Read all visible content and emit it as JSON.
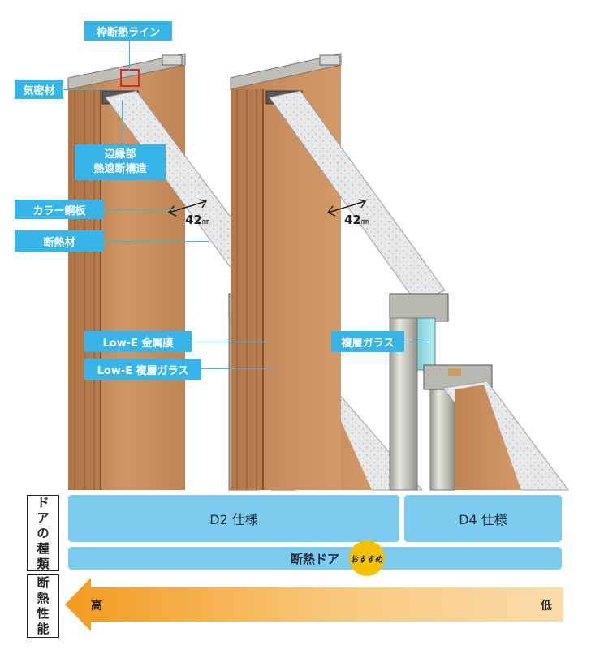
{
  "callouts": {
    "frame_line": "枠断熱ライン",
    "airtight": "気密材",
    "edge_structure_1": "辺縁部",
    "edge_structure_2": "熱遮断構造",
    "color_steel": "カラー鋼板",
    "insulation": "断熱材",
    "lowe_film": "Low-E 金属膜",
    "lowe_glass": "Low-E 複層ガラス",
    "double_glass": "複層ガラス"
  },
  "measurements": {
    "left_value": "42",
    "left_unit": "㎜",
    "right_value": "42",
    "right_unit": "㎜"
  },
  "door_types": {
    "heading_chars": [
      "ド",
      "ア",
      "の",
      "種",
      "類"
    ],
    "spec_d2": "D2 仕様",
    "spec_d4": "D4 仕様",
    "insulated_door": "断熱ドア",
    "recommended_badge": "おすすめ"
  },
  "performance": {
    "heading_chars": [
      "断",
      "熱",
      "性",
      "能"
    ],
    "high": "高",
    "low": "低"
  },
  "colors": {
    "callout_blue": "#35b5e8",
    "spec_blue": "#7ccdef",
    "wood": "#c58a58",
    "foam": "#e4e6e8",
    "badge_yellow": "#f5c200",
    "arrow_orange": "#f3a12b"
  }
}
